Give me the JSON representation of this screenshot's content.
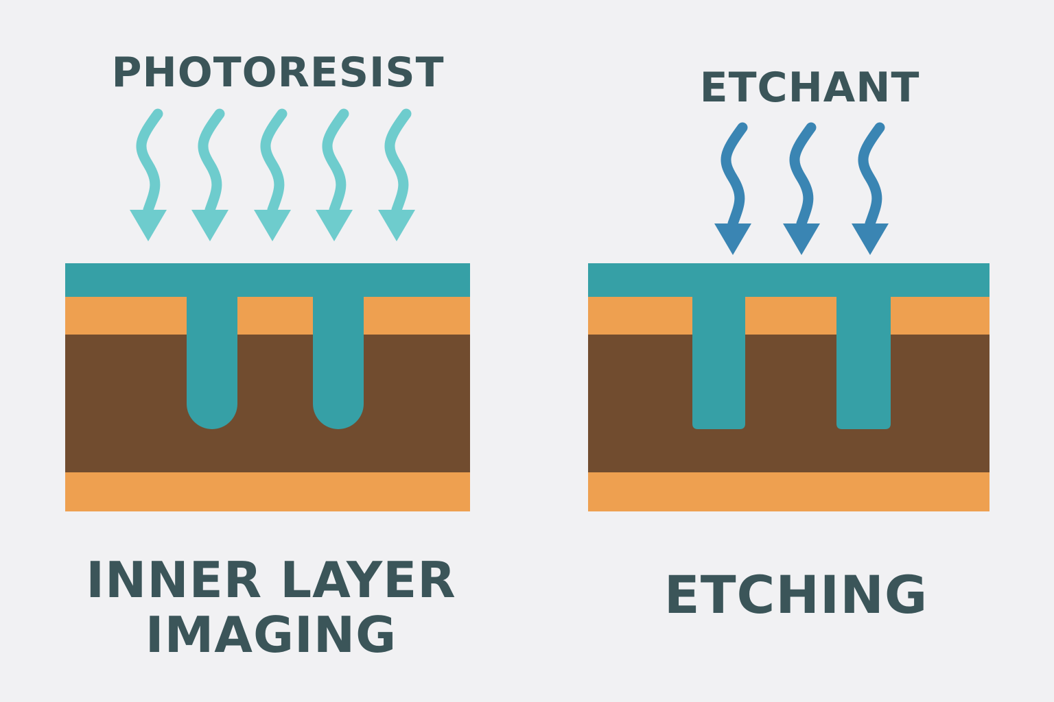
{
  "colors": {
    "background": "#f1f1f3",
    "text": "#3b5559",
    "photoresist_arrow": "#6ecccd",
    "etchant_arrow": "#3a85b3",
    "resist_layer": "#36a0a6",
    "copper_layer": "#eea050",
    "core_layer": "#714c2f"
  },
  "panels": [
    {
      "process_label": "PHOTORESIST",
      "process_arrow_count": 5,
      "arrow_icon": "wavy-down-arrow-icon",
      "title_lines": [
        "INNER LAYER",
        "IMAGING"
      ],
      "trench_bottom": "rounded"
    },
    {
      "process_label": "ETCHANT",
      "process_arrow_count": 3,
      "arrow_icon": "wavy-down-arrow-icon",
      "title_lines": [
        "ETCHING"
      ],
      "trench_bottom": "flat"
    }
  ]
}
